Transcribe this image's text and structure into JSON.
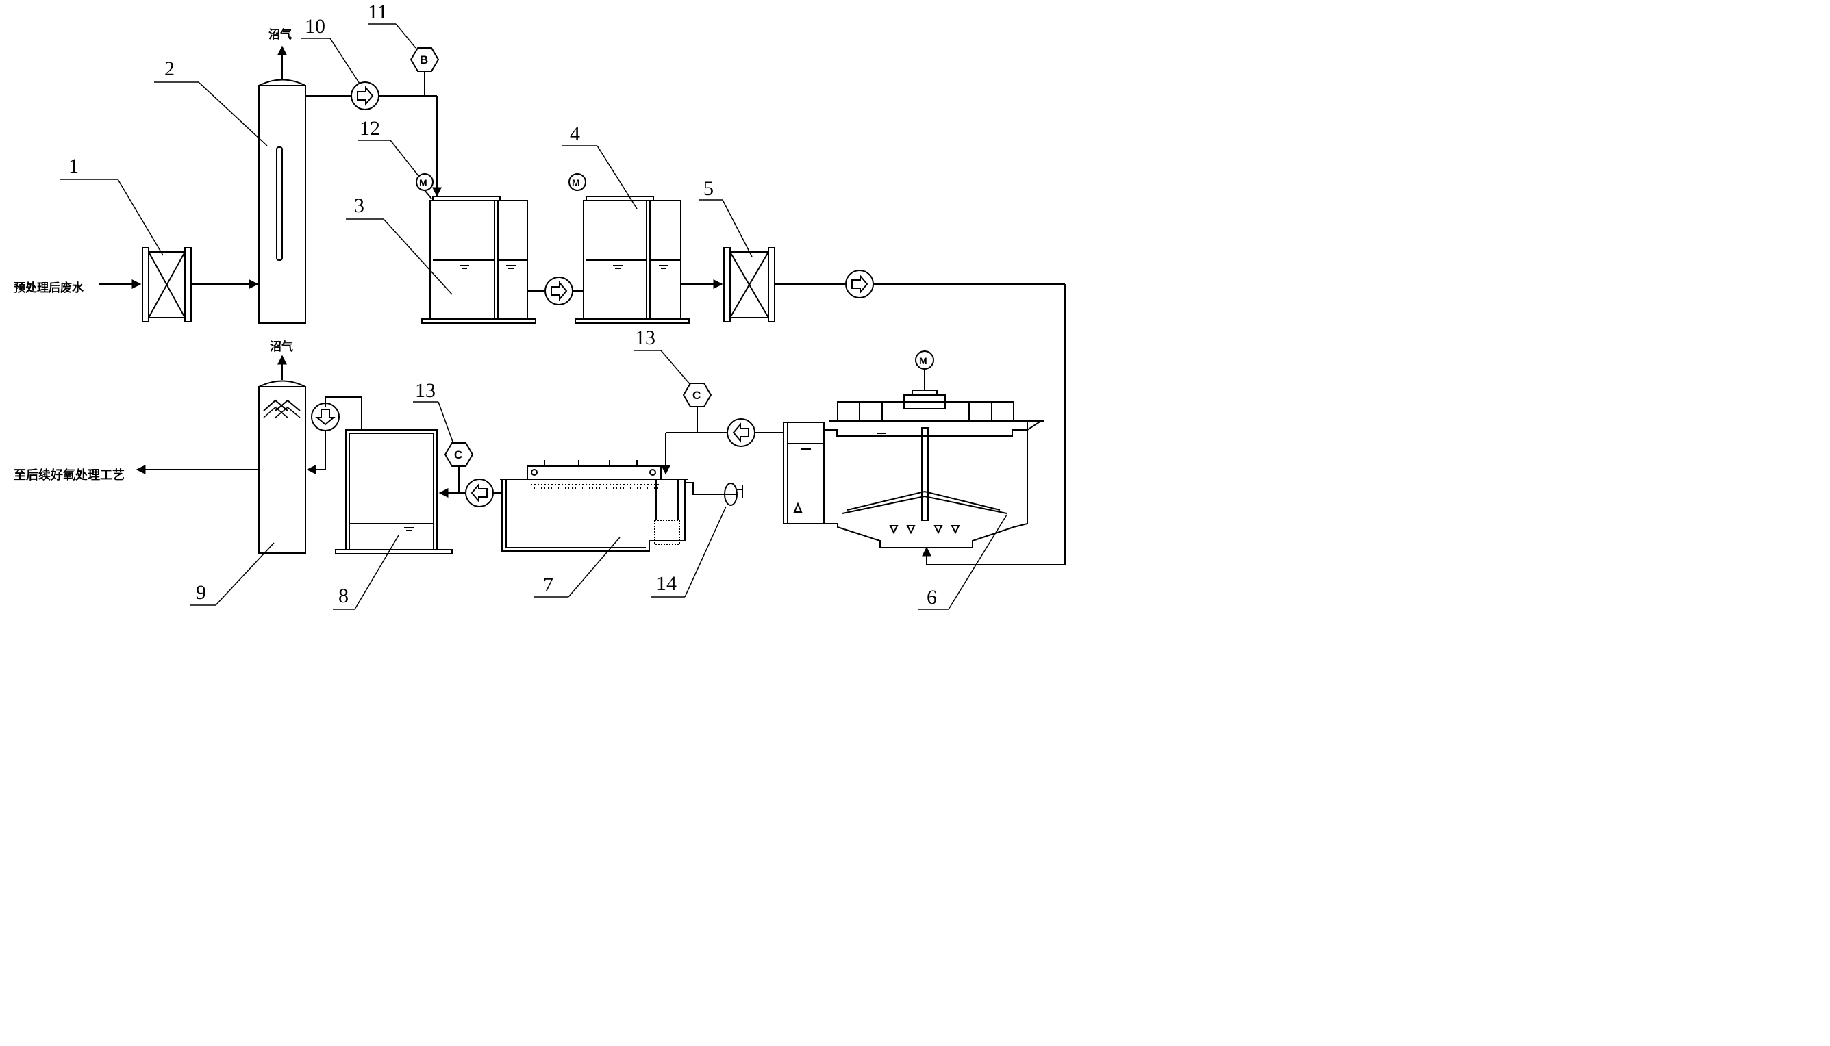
{
  "labels": {
    "inlet": "预处理后废水",
    "outlet": "至后续好氧处理工艺",
    "biogas_top": "沼气",
    "biogas_bottom": "沼气"
  },
  "numbers": {
    "n1": "1",
    "n2": "2",
    "n3": "3",
    "n4": "4",
    "n5": "5",
    "n6": "6",
    "n7": "7",
    "n8": "8",
    "n9": "9",
    "n10": "10",
    "n11": "11",
    "n12": "12",
    "n13a": "13",
    "n13b": "13",
    "n14": "14"
  },
  "symbols": {
    "blower": "B",
    "motor": "M",
    "controller": "C"
  }
}
